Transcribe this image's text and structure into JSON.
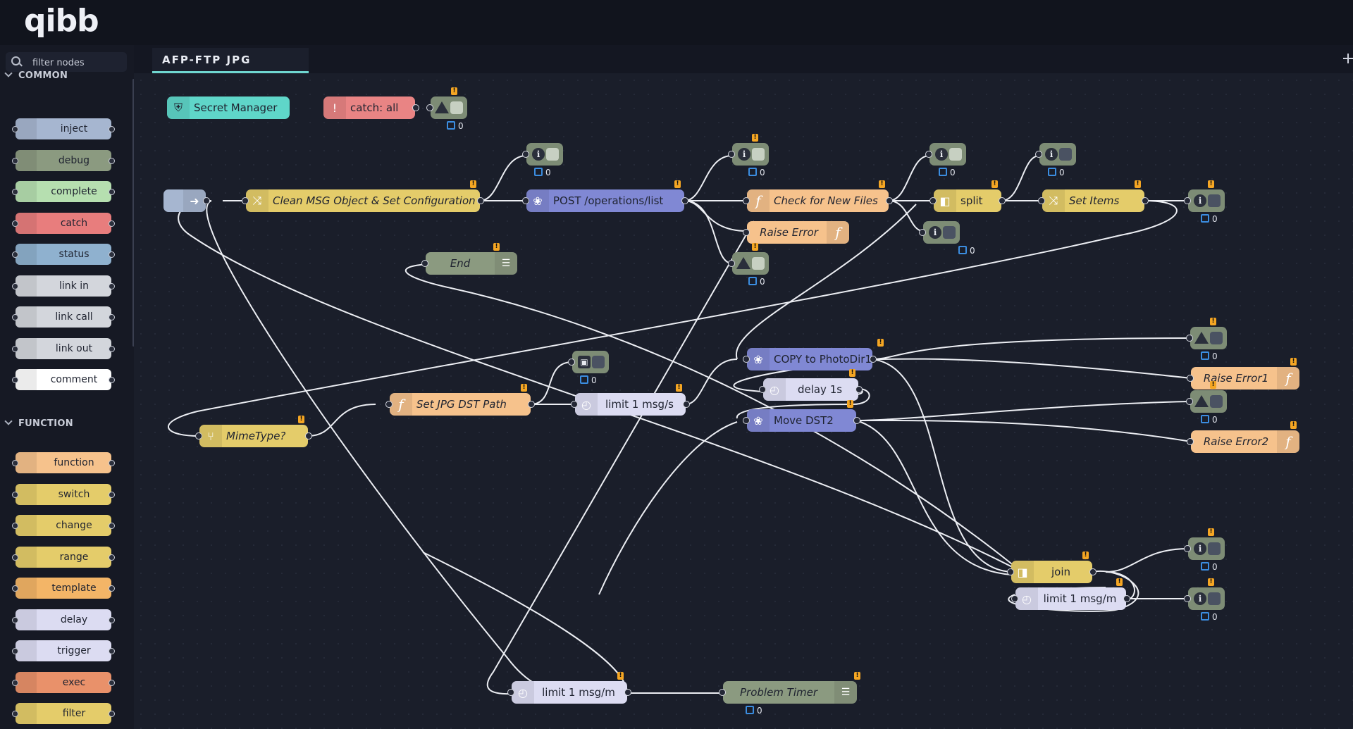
{
  "app": {
    "logo": "qibb"
  },
  "palette": {
    "filter_placeholder": "filter nodes",
    "categories": [
      {
        "name": "COMMON",
        "nodes": [
          {
            "label": "inject",
            "color": "#a6b6d0"
          },
          {
            "label": "debug",
            "color": "#8b9a80"
          },
          {
            "label": "complete",
            "color": "#b6dfb0"
          },
          {
            "label": "catch",
            "color": "#e87d7d"
          },
          {
            "label": "status",
            "color": "#8fb1cf"
          },
          {
            "label": "link in",
            "color": "#d3d6dc"
          },
          {
            "label": "link call",
            "color": "#d3d6dc"
          },
          {
            "label": "link out",
            "color": "#d3d6dc"
          },
          {
            "label": "comment",
            "color": "#ffffff"
          }
        ]
      },
      {
        "name": "FUNCTION",
        "nodes": [
          {
            "label": "function",
            "color": "#f6c28c"
          },
          {
            "label": "switch",
            "color": "#e4cc6a"
          },
          {
            "label": "change",
            "color": "#e4cc6a"
          },
          {
            "label": "range",
            "color": "#e4cc6a"
          },
          {
            "label": "template",
            "color": "#f3b567"
          },
          {
            "label": "delay",
            "color": "#dcdcf2"
          },
          {
            "label": "trigger",
            "color": "#dcdcf2"
          },
          {
            "label": "exec",
            "color": "#e9916a"
          },
          {
            "label": "filter",
            "color": "#e4cc6a"
          }
        ]
      }
    ]
  },
  "tabs": [
    {
      "label": "AFP-FTP JPG",
      "active": true
    }
  ],
  "flow": {
    "nodes": {
      "secret_manager": "Secret Manager",
      "catch_all": "catch: all",
      "clean_msg": "Clean MSG Object & Set Configuration",
      "post_operations": "POST /operations/list",
      "check_files": "Check for New Files",
      "split": "split",
      "set_items": "Set Items",
      "raise_error": "Raise Error",
      "end": "End",
      "copy_photodir": "COPY to PhotoDir1",
      "delay_1s": "delay 1s",
      "move_dst2": "Move DST2",
      "set_jpg_dst": "Set JPG DST Path",
      "limit_1msgs": "limit 1 msg/s",
      "mimetype": "MimeType?",
      "raise_error1": "Raise Error1",
      "raise_error2": "Raise Error2",
      "join": "join",
      "limit_1msgm_a": "limit 1 msg/m",
      "limit_1msgm_b": "limit 1 msg/m",
      "problem_timer": "Problem Timer"
    },
    "status_count": "0"
  }
}
